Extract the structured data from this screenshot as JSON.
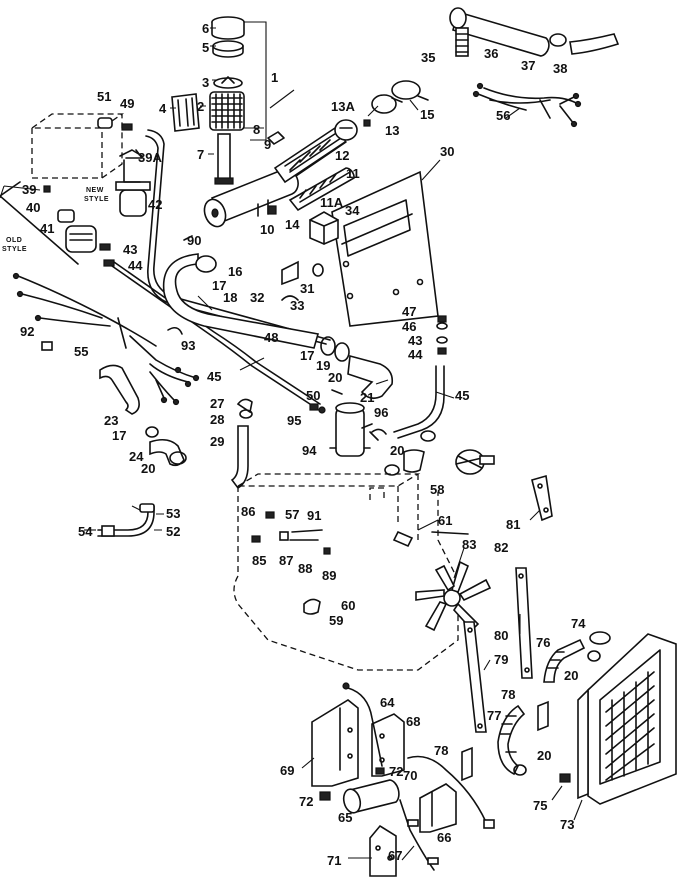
{
  "diagram": {
    "callouts": {
      "c1": "1",
      "c2": "2",
      "c3": "3",
      "c4": "4",
      "c5": "5",
      "c6": "6",
      "c7": "7",
      "c8": "8",
      "c9": "9",
      "c10": "10",
      "c11": "11",
      "c11a": "11A",
      "c12": "12",
      "c13": "13",
      "c13a": "13A",
      "c14": "14",
      "c15": "15",
      "c16": "16",
      "c17a": "17",
      "c17b": "17",
      "c17c": "17",
      "c18": "18",
      "c19": "19",
      "c20a": "20",
      "c20b": "20",
      "c20c": "20",
      "c20d": "20",
      "c20e": "20",
      "c21": "21",
      "c23": "23",
      "c24": "24",
      "c27": "27",
      "c28": "28",
      "c29": "29",
      "c30": "30",
      "c31": "31",
      "c32": "32",
      "c33": "33",
      "c34": "34",
      "c35": "35",
      "c36": "36",
      "c37": "37",
      "c38": "38",
      "c39": "39",
      "c39a": "39A",
      "c40": "40",
      "c41": "41",
      "c42": "42",
      "c43a": "43",
      "c43b": "43",
      "c44a": "44",
      "c44b": "44",
      "c45a": "45",
      "c45b": "45",
      "c46": "46",
      "c47": "47",
      "c48": "48",
      "c49": "49",
      "c50": "50",
      "c51": "51",
      "c52": "52",
      "c53": "53",
      "c54": "54",
      "c55": "55",
      "c56": "56",
      "c57": "57",
      "c58": "58",
      "c59": "59",
      "c60": "60",
      "c61": "61",
      "c64": "64",
      "c65": "65",
      "c66": "66",
      "c67": "67",
      "c68": "68",
      "c69": "69",
      "c70": "70",
      "c71": "71",
      "c72a": "72",
      "c72b": "72",
      "c73": "73",
      "c74": "74",
      "c75": "75",
      "c76": "76",
      "c77": "77",
      "c78a": "78",
      "c78b": "78",
      "c79": "79",
      "c80": "80",
      "c81": "81",
      "c82": "82",
      "c83": "83",
      "c85": "85",
      "c86": "86",
      "c87": "87",
      "c88": "88",
      "c89": "89",
      "c90": "90",
      "c91": "91",
      "c92": "92",
      "c93": "93",
      "c94": "94",
      "c95": "95",
      "c96": "96"
    },
    "notes": {
      "new_style_1": "NEW",
      "new_style_2": "STYLE",
      "old_style_1": "OLD",
      "old_style_2": "STYLE"
    }
  }
}
